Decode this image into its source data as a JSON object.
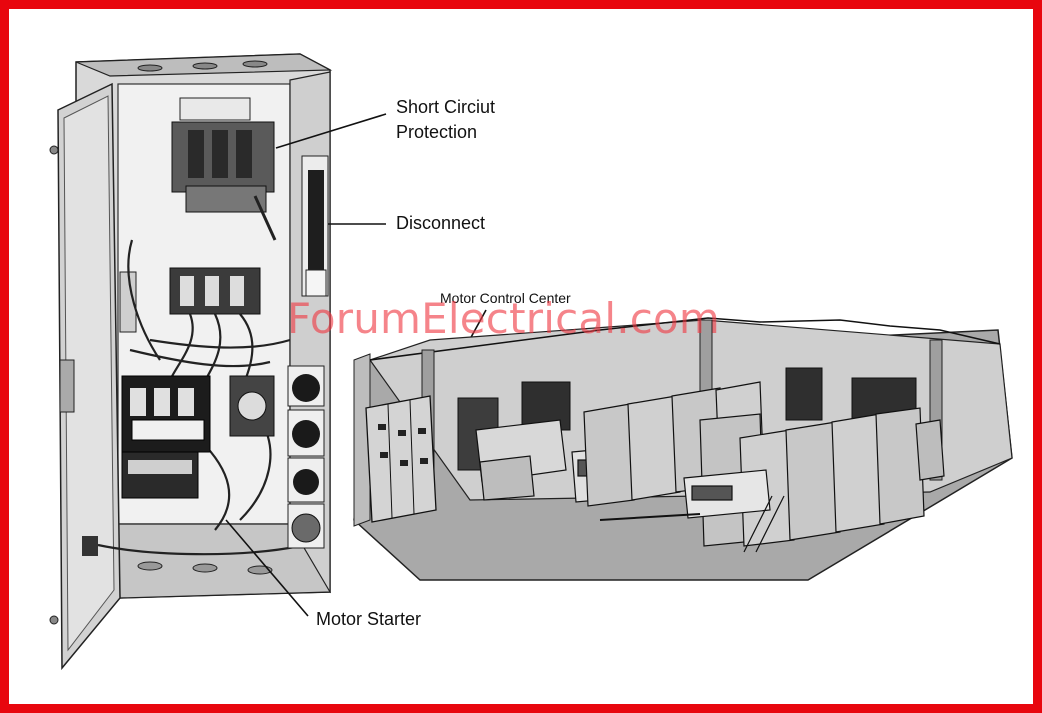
{
  "labels": {
    "short_circuit_line1": "Short Circiut",
    "short_circuit_line2": "Protection",
    "disconnect": "Disconnect",
    "motor_starter": "Motor Starter",
    "motor_control_center": "Motor Control Center"
  },
  "watermark": "ForumElectrical.com",
  "colors": {
    "frame": "#e8060e",
    "watermark": "#f03a44"
  }
}
